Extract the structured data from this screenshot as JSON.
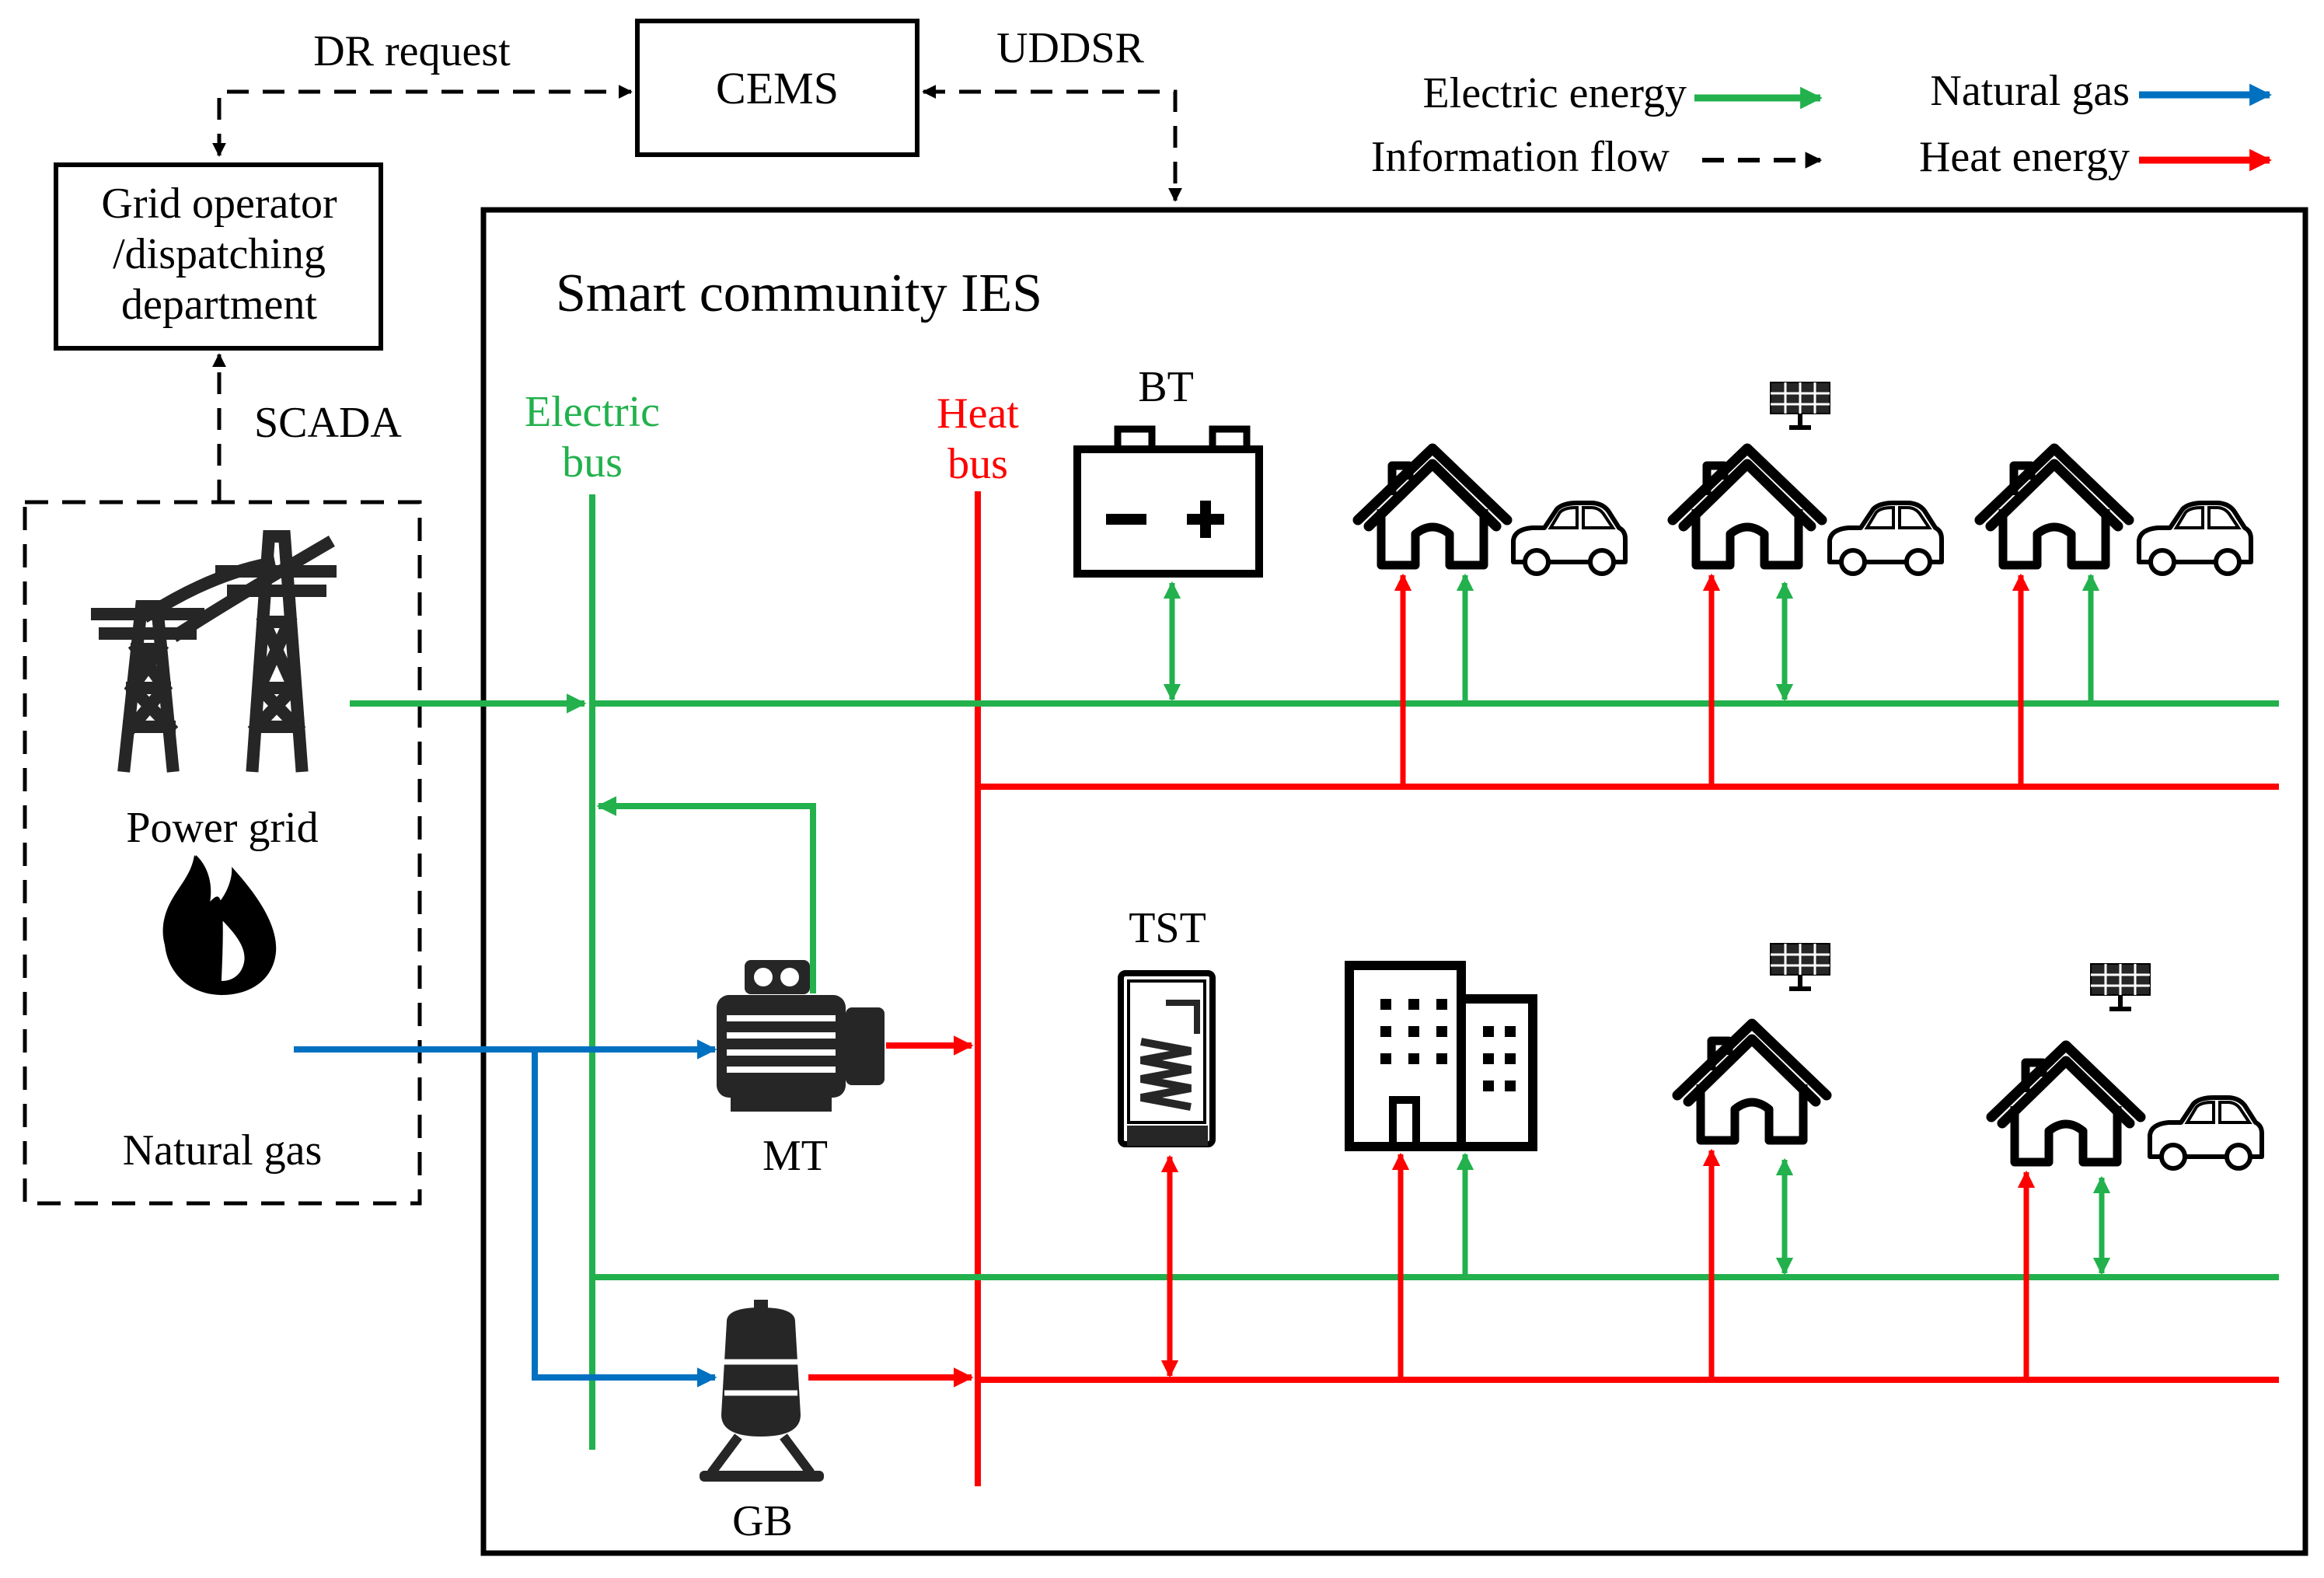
{
  "top": {
    "cems": "CEMS",
    "grid_operator": [
      "Grid operator",
      "/dispatching",
      "department"
    ],
    "dr_request": "DR request",
    "uddsr": "UDDSR",
    "scada": "SCADA"
  },
  "legend": {
    "electric": "Electric energy",
    "information": "Information flow",
    "gas": "Natural gas",
    "heat": "Heat energy"
  },
  "sources": {
    "power_grid": "Power grid",
    "natural_gas": "Natural gas"
  },
  "community": {
    "title": "Smart community IES",
    "electric_bus": [
      "Electric",
      "bus"
    ],
    "heat_bus": [
      "Heat",
      "bus"
    ],
    "bt": "BT",
    "tst": "TST",
    "mt": "MT",
    "gb": "GB"
  },
  "colors": {
    "electric": "#22b14c",
    "heat": "#ff0000",
    "gas": "#0070c0",
    "info": "#000000",
    "icon": "#000000",
    "fill": "#262626"
  }
}
